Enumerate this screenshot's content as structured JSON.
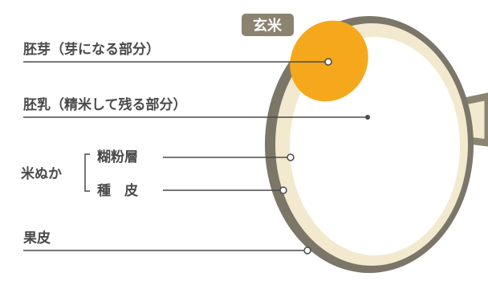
{
  "diagram": {
    "badge": "玄米",
    "labels": {
      "germ": "胚芽（芽になる部分）",
      "endosperm": "胚乳（精米して残る部分）",
      "bran_group": "米ぬか",
      "aleurone": "糊粉層",
      "seed_coat": "種　皮",
      "pericarp": "果皮"
    },
    "colors": {
      "outer_ring": "#7b7668",
      "inner_ring": "#f2e9cf",
      "germ": "#f5a81c",
      "badge": "#8c8270",
      "line": "#4a4a4a"
    }
  }
}
